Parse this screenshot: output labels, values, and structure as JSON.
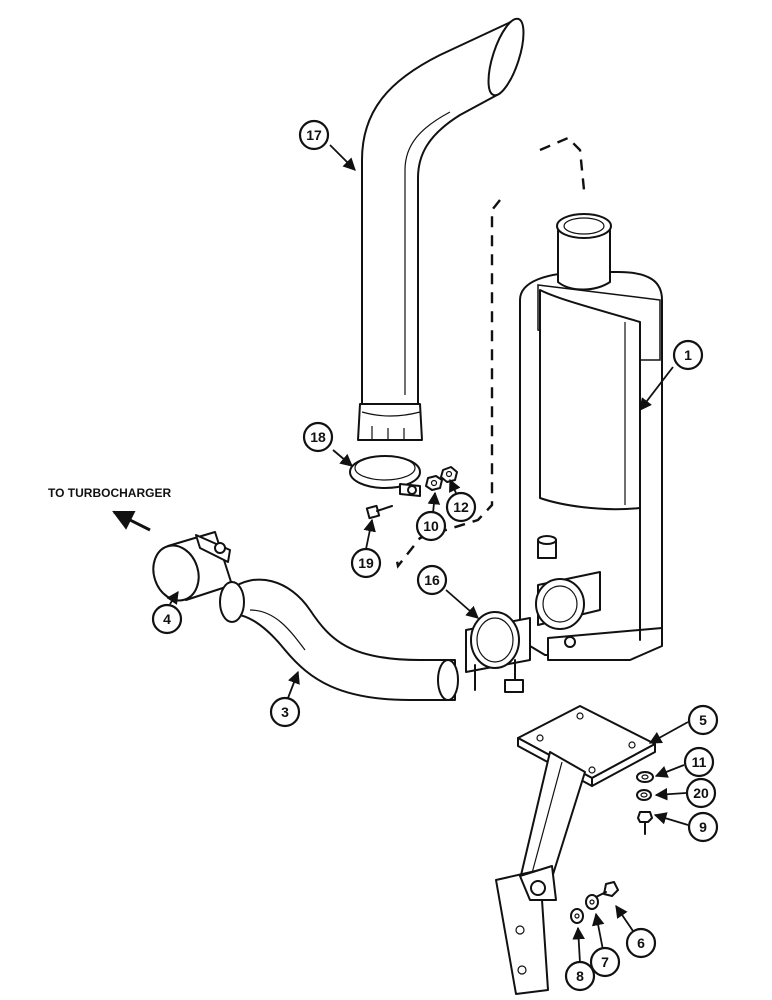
{
  "note": {
    "text": "TO TURBOCHARGER"
  },
  "callouts": {
    "c1": "1",
    "c3": "3",
    "c4": "4",
    "c5": "5",
    "c6": "6",
    "c7": "7",
    "c8": "8",
    "c9": "9",
    "c10": "10",
    "c11": "11",
    "c12": "12",
    "c16": "16",
    "c17": "17",
    "c18": "18",
    "c19": "19",
    "c20": "20"
  }
}
